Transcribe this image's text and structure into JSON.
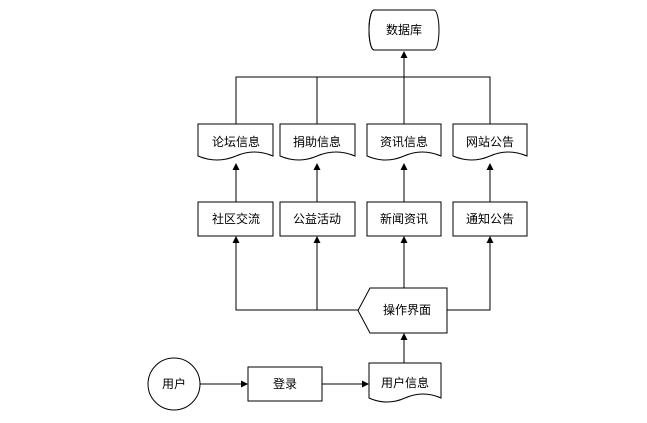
{
  "nodes": {
    "database": "数据库",
    "forum_info": "论坛信息",
    "donation_info": "捐助信息",
    "news_info": "资讯信息",
    "site_notice": "网站公告",
    "community": "社区交流",
    "charity": "公益活动",
    "news": "新闻资讯",
    "notice": "通知公告",
    "interface": "操作界面",
    "user": "用户",
    "login": "登录",
    "user_info": "用户信息"
  }
}
